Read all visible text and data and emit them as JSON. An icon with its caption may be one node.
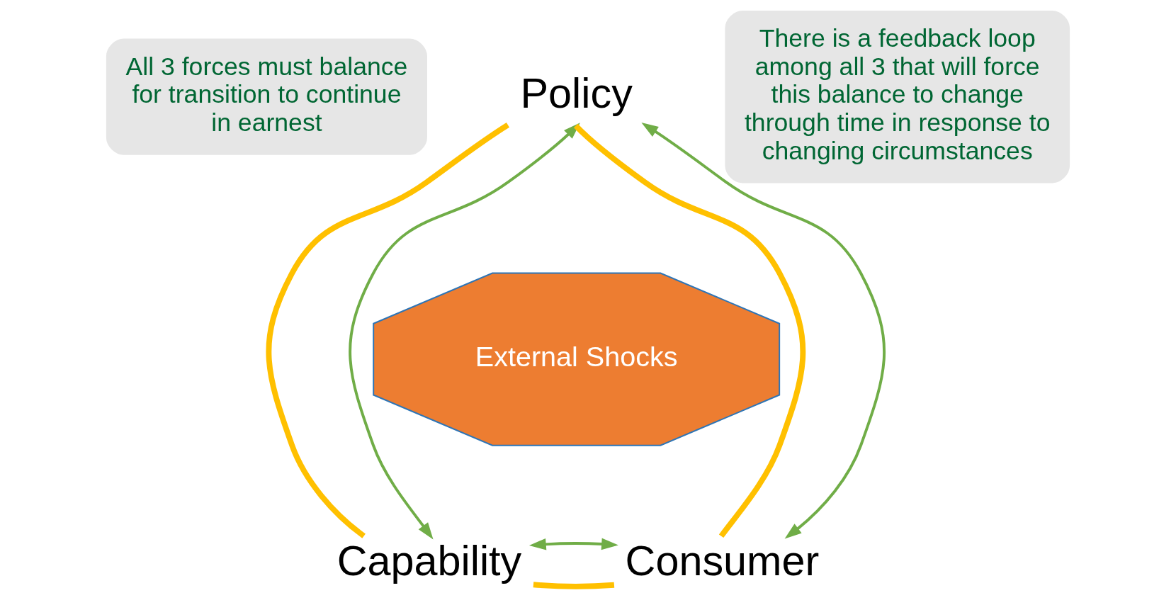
{
  "diagram": {
    "nodes": [
      {
        "text": [
          "Policy"
        ]
      },
      {
        "text": [
          "All 3 forces must balance for transition to continue in earnest"
        ]
      },
      {
        "text": [
          "There is a feedback loop among all 3 that will force this balance to change through time in response to changing circumstances"
        ]
      },
      {
        "text": [
          "External Shocks"
        ]
      },
      {
        "text": [
          "Capability"
        ]
      },
      {
        "text": [
          "Consumer"
        ]
      }
    ],
    "edges": [
      {
        "from": 0,
        "to": 4,
        "arrow": "none",
        "style": "thick",
        "color": "#ffc000"
      },
      {
        "from": 0,
        "to": 5,
        "arrow": "none",
        "style": "thick",
        "color": "#ffc000"
      },
      {
        "from": 4,
        "to": 5,
        "arrow": "none",
        "style": "thick",
        "color": "#ffc000"
      },
      {
        "from": 0,
        "to": 4,
        "arrow": "both",
        "color": "#70ad47"
      },
      {
        "from": 0,
        "to": 5,
        "arrow": "both",
        "color": "#70ad47"
      },
      {
        "from": 4,
        "to": 5,
        "arrow": "both",
        "color": "#70ad47"
      }
    ]
  }
}
